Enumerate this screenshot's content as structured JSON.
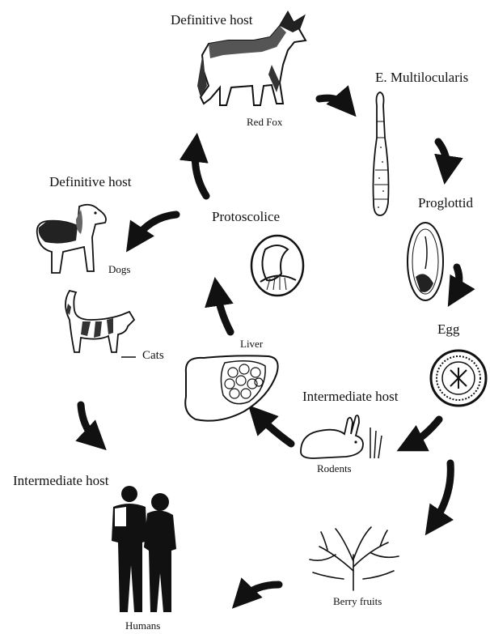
{
  "labels": {
    "definitive_host_fox": "Definitive host",
    "red_fox": "Red Fox",
    "parasite": "E. Multilocularis",
    "proglottid": "Proglottid",
    "egg": "Egg",
    "intermediate_host_rodents": "Intermediate host",
    "rodents": "Rodents",
    "berry_fruits": "Berry fruits",
    "humans": "Humans",
    "intermediate_host_humans": "Intermediate host",
    "cats": "Cats",
    "dogs": "Dogs",
    "definitive_host_dogs": "Definitive host",
    "protoscolice": "Protoscolice",
    "liver": "Liver"
  },
  "colors": {
    "ink": "#111111",
    "paper": "#ffffff"
  }
}
